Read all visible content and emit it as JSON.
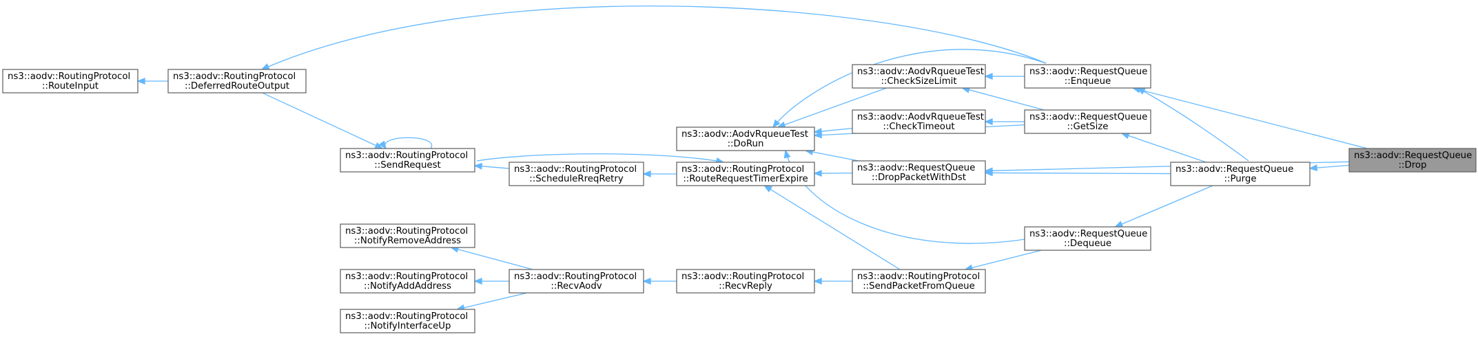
{
  "graph": {
    "nodes": [
      {
        "id": "drop",
        "lines": [
          "ns3::aodv::RequestQueue",
          "::Drop"
        ],
        "root": true
      },
      {
        "id": "enqueue",
        "lines": [
          "ns3::aodv::RequestQueue",
          "::Enqueue"
        ]
      },
      {
        "id": "getsize",
        "lines": [
          "ns3::aodv::RequestQueue",
          "::GetSize"
        ]
      },
      {
        "id": "dropdst",
        "lines": [
          "ns3::aodv::RequestQueue",
          "::DropPacketWithDst"
        ]
      },
      {
        "id": "purge",
        "lines": [
          "ns3::aodv::RequestQueue",
          "::Purge"
        ]
      },
      {
        "id": "dequeue",
        "lines": [
          "ns3::aodv::RequestQueue",
          "::Dequeue"
        ]
      },
      {
        "id": "checksize",
        "lines": [
          "ns3::aodv::AodvRqueueTest",
          "::CheckSizeLimit"
        ]
      },
      {
        "id": "checktimeout",
        "lines": [
          "ns3::aodv::AodvRqueueTest",
          "::CheckTimeout"
        ]
      },
      {
        "id": "dorun",
        "lines": [
          "ns3::aodv::AodvRqueueTest",
          "::DoRun"
        ]
      },
      {
        "id": "rrte",
        "lines": [
          "ns3::aodv::RoutingProtocol",
          "::RouteRequestTimerExpire"
        ]
      },
      {
        "id": "sendpfq",
        "lines": [
          "ns3::aodv::RoutingProtocol",
          "::SendPacketFromQueue"
        ]
      },
      {
        "id": "recvreply",
        "lines": [
          "ns3::aodv::RoutingProtocol",
          "::RecvReply"
        ]
      },
      {
        "id": "recvaodv",
        "lines": [
          "ns3::aodv::RoutingProtocol",
          "::RecvAodv"
        ]
      },
      {
        "id": "schedrreq",
        "lines": [
          "ns3::aodv::RoutingProtocol",
          "::ScheduleRreqRetry"
        ]
      },
      {
        "id": "sendreq",
        "lines": [
          "ns3::aodv::RoutingProtocol",
          "::SendRequest"
        ]
      },
      {
        "id": "notifyremove",
        "lines": [
          "ns3::aodv::RoutingProtocol",
          "::NotifyRemoveAddress"
        ]
      },
      {
        "id": "notifyadd",
        "lines": [
          "ns3::aodv::RoutingProtocol",
          "::NotifyAddAddress"
        ]
      },
      {
        "id": "notifyup",
        "lines": [
          "ns3::aodv::RoutingProtocol",
          "::NotifyInterfaceUp"
        ]
      },
      {
        "id": "deferred",
        "lines": [
          "ns3::aodv::RoutingProtocol",
          "::DeferredRouteOutput"
        ]
      },
      {
        "id": "routeinput",
        "lines": [
          "ns3::aodv::RoutingProtocol",
          "::RouteInput"
        ]
      }
    ],
    "edges": [
      {
        "from": "enqueue",
        "to": "drop"
      },
      {
        "from": "purge",
        "to": "drop"
      },
      {
        "from": "dropdst",
        "to": "drop"
      },
      {
        "from": "checksize",
        "to": "enqueue"
      },
      {
        "from": "dorun",
        "to": "enqueue"
      },
      {
        "from": "deferred",
        "to": "enqueue"
      },
      {
        "from": "checksize",
        "to": "getsize"
      },
      {
        "from": "checktimeout",
        "to": "getsize"
      },
      {
        "from": "dorun",
        "to": "getsize"
      },
      {
        "from": "enqueue",
        "to": "purge"
      },
      {
        "from": "getsize",
        "to": "purge"
      },
      {
        "from": "dequeue",
        "to": "purge"
      },
      {
        "from": "dropdst",
        "to": "purge"
      },
      {
        "from": "dorun",
        "to": "checksize"
      },
      {
        "from": "dorun",
        "to": "checktimeout"
      },
      {
        "from": "dorun",
        "to": "dropdst"
      },
      {
        "from": "rrte",
        "to": "dropdst"
      },
      {
        "from": "dorun",
        "to": "dequeue"
      },
      {
        "from": "sendpfq",
        "to": "dequeue"
      },
      {
        "from": "rrte",
        "to": "sendpfq"
      },
      {
        "from": "recvreply",
        "to": "sendpfq"
      },
      {
        "from": "recvaodv",
        "to": "recvreply"
      },
      {
        "from": "schedrreq",
        "to": "rrte"
      },
      {
        "from": "rrte",
        "to": "sendreq"
      },
      {
        "from": "sendreq",
        "to": "schedrreq"
      },
      {
        "from": "sendreq",
        "to": "sendreq"
      },
      {
        "from": "sendreq",
        "to": "deferred"
      },
      {
        "from": "routeinput",
        "to": "deferred"
      },
      {
        "from": "notifyremove",
        "to": "recvaodv"
      },
      {
        "from": "notifyadd",
        "to": "recvaodv"
      },
      {
        "from": "notifyup",
        "to": "recvaodv"
      }
    ]
  }
}
